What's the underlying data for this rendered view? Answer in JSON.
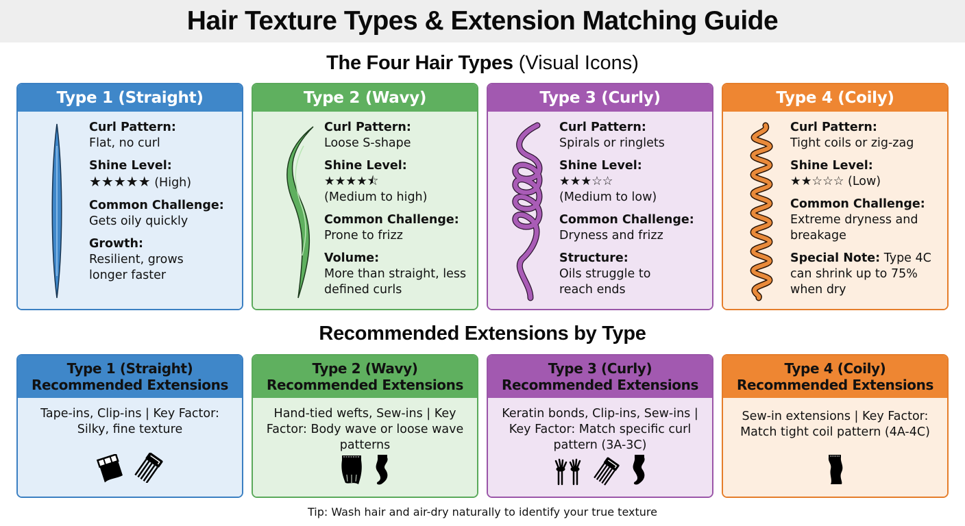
{
  "title": "Hair Texture Types & Extension Matching Guide",
  "section1": {
    "bold": "The Four Hair Types",
    "light": "(Visual Icons)"
  },
  "section2": {
    "title": "Recommended Extensions by Type"
  },
  "colors": {
    "type1": "#3f87c9",
    "type2": "#5fb05f",
    "type3": "#a259b0",
    "type4": "#ee8632"
  },
  "types": [
    {
      "header": "Type 1 (Straight)",
      "icon": "straight-strand-icon",
      "curl_label": "Curl Pattern:",
      "curl": "Flat, no curl",
      "shine_label": "Shine Level:",
      "shine_stars": "★★★★★",
      "shine_text": " (High)",
      "shine_rating": 5,
      "challenge_label": "Common Challenge:",
      "challenge": "Gets oily quickly",
      "extra_label": "Growth:",
      "extra": "Resilient, grows longer faster"
    },
    {
      "header": "Type 2 (Wavy)",
      "icon": "wavy-strand-icon",
      "curl_label": "Curl Pattern:",
      "curl": "Loose S-shape",
      "shine_label": "Shine Level:",
      "shine_stars": "★★★★⯪",
      "shine_text": "(Medium to high)",
      "shine_rating": 4.5,
      "challenge_label": "Common Challenge:",
      "challenge": "Prone to frizz",
      "extra_label": "Volume:",
      "extra": "More than straight, less defined curls"
    },
    {
      "header": "Type 3 (Curly)",
      "icon": "curly-strand-icon",
      "curl_label": "Curl Pattern:",
      "curl": "Spirals or ringlets",
      "shine_label": "Shine Level:",
      "shine_stars": "★★★☆☆",
      "shine_text": "(Medium to low)",
      "shine_rating": 3,
      "challenge_label": "Common Challenge:",
      "challenge": "Dryness and frizz",
      "extra_label": "Structure:",
      "extra": "Oils struggle to reach ends"
    },
    {
      "header": "Type 4 (Coily)",
      "icon": "coily-strand-icon",
      "curl_label": "Curl Pattern:",
      "curl": "Tight coils or zig-zag",
      "shine_label": "Shine Level:",
      "shine_stars": "★★☆☆☆",
      "shine_text": " (Low)",
      "shine_rating": 2,
      "challenge_label": "Common Challenge:",
      "challenge": "Extreme dryness and breakage",
      "extra_label": "Special Note:",
      "extra": " Type 4C can shrink up to 75% when dry"
    }
  ],
  "extensions": [
    {
      "line1": "Type 1 (Straight)",
      "line2": "Recommended Extensions",
      "desc": "Tape-ins, Clip-ins | Key Factor: Silky, fine texture",
      "icons": [
        "tape-in-icon",
        "clip-comb-icon"
      ]
    },
    {
      "line1": "Type 2 (Wavy)",
      "line2": "Recommended Extensions",
      "desc": "Hand-tied wefts, Sew-ins | Key Factor: Body wave or loose wave patterns",
      "icons": [
        "weft-icon",
        "wavy-weft-icon"
      ]
    },
    {
      "line1": "Type 3 (Curly)",
      "line2": "Recommended Extensions",
      "desc": "Keratin bonds, Clip-ins, Sew-ins | Key Factor: Match specific curl pattern (3A-3C)",
      "icons": [
        "keratin-bond-icon",
        "clip-comb-icon",
        "wavy-weft-icon"
      ]
    },
    {
      "line1": "Type 4 (Coily)",
      "line2": "Recommended Extensions",
      "desc": "Sew-in extensions | Key Factor: Match tight coil pattern (4A-4C)",
      "icons": [
        "sew-in-weft-icon"
      ]
    }
  ],
  "tip": "Tip: Wash hair and air-dry naturally to identify your true texture"
}
